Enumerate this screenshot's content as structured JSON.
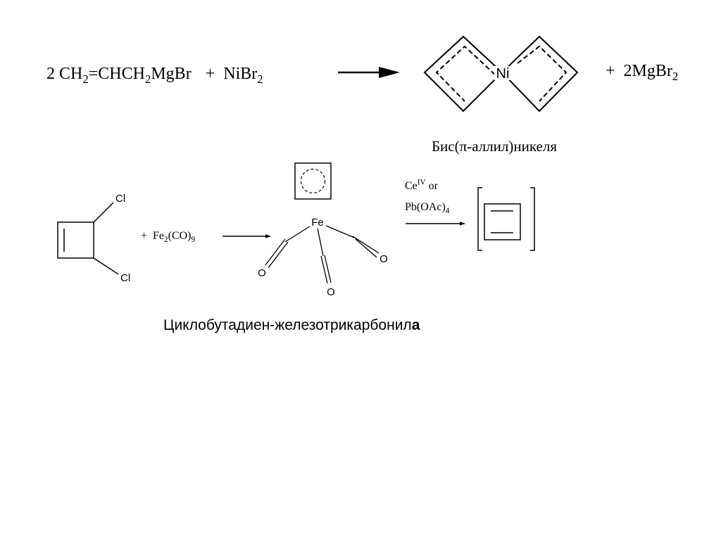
{
  "reaction1": {
    "coef": "2",
    "reagent_a": [
      "CH",
      "2",
      "=CHCH",
      "2",
      "MgBr"
    ],
    "plus1": "+",
    "reagent_b": [
      "NiBr",
      "2"
    ],
    "ni_label": "Ni",
    "plus2": "+",
    "byproduct": [
      "2MgBr",
      "2"
    ],
    "product_name": "Бис(π-аллил)никеля"
  },
  "reaction2": {
    "cl_top": "Cl",
    "cl_bottom": "Cl",
    "plus": "+",
    "reagent": [
      "Fe",
      "2",
      "(CO)",
      "9"
    ],
    "fe_label": "Fe",
    "o1": "O",
    "o2": "O",
    "o3": "O",
    "cond_line1": [
      "Ce",
      "IV",
      "or"
    ],
    "cond_line2": [
      "Pb(OAc)",
      "4"
    ],
    "product_name_main": "Циклобутадиен-железотрикарбонил",
    "product_name_end": "а"
  }
}
